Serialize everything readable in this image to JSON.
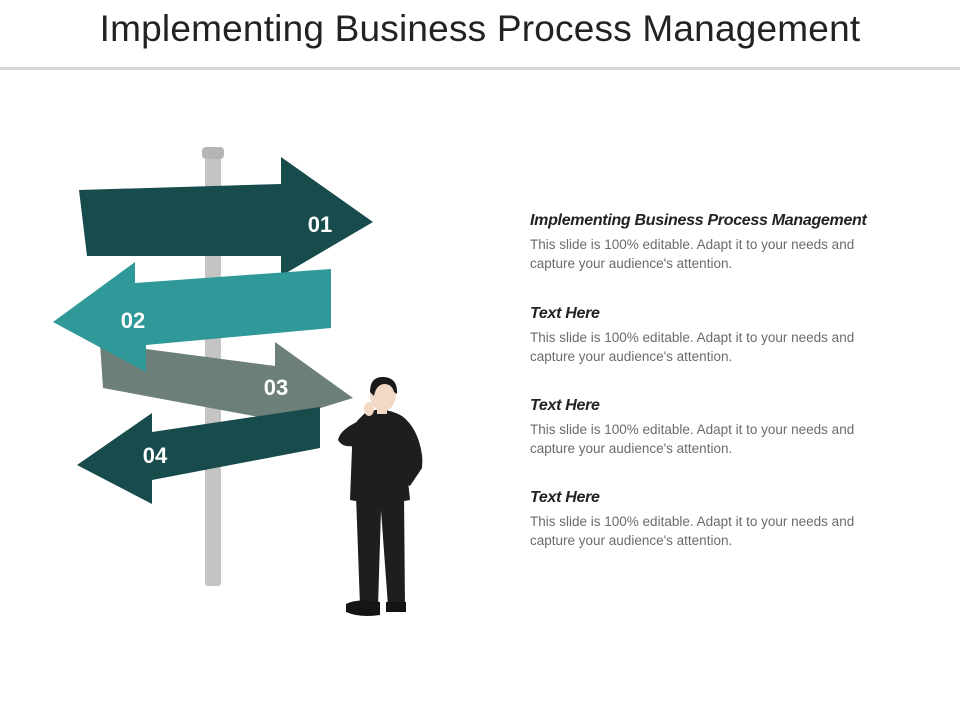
{
  "slide": {
    "title": "Implementing Business Process Management"
  },
  "colors": {
    "arrow_01": "#174b4c",
    "arrow_02": "#2f9898",
    "arrow_03": "#6d7f79",
    "arrow_04": "#174b4c",
    "pole": "#c4c4c4",
    "suit": "#1e1e1e",
    "skin": "#f2d9c6"
  },
  "signpost": {
    "arrows": [
      {
        "number": "01",
        "direction": "right"
      },
      {
        "number": "02",
        "direction": "left"
      },
      {
        "number": "03",
        "direction": "right"
      },
      {
        "number": "04",
        "direction": "left"
      }
    ],
    "figure": "businessman-thinking"
  },
  "items": [
    {
      "heading": "Implementing Business Process Management",
      "body": "This slide is 100% editable. Adapt it to your needs and capture your audience's attention."
    },
    {
      "heading": "Text Here",
      "body": "This slide is 100% editable. Adapt it to your needs and capture your audience's attention."
    },
    {
      "heading": "Text Here",
      "body": "This slide is 100% editable. Adapt it to your needs and capture your audience's attention."
    },
    {
      "heading": "Text Here",
      "body": "This slide is 100% editable. Adapt it to your needs and capture your audience's attention."
    }
  ]
}
